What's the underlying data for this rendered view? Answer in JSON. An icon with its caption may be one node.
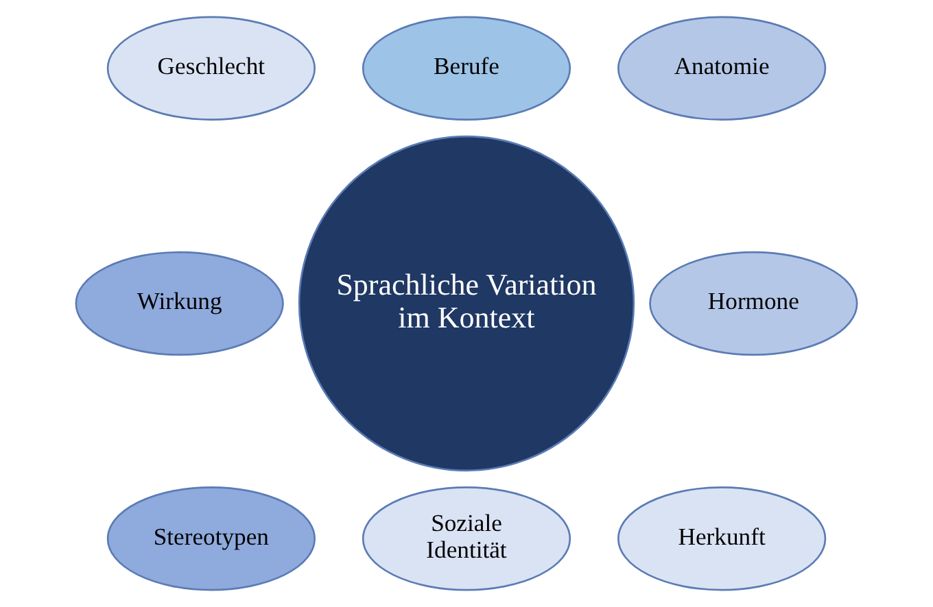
{
  "diagram": {
    "nodes": [
      {
        "text": [
          "Sprachliche Variation im Kontext"
        ]
      },
      {
        "text": [
          "Berufe"
        ]
      },
      {
        "text": [
          "Anatomie"
        ]
      },
      {
        "text": [
          "Hormone"
        ]
      },
      {
        "text": [
          "Herkunft"
        ]
      },
      {
        "text": [
          "Soziale Identität"
        ]
      },
      {
        "text": [
          "Stereotypen"
        ]
      },
      {
        "text": [
          "Wirkung"
        ]
      },
      {
        "text": [
          "Geschlecht"
        ]
      }
    ]
  }
}
